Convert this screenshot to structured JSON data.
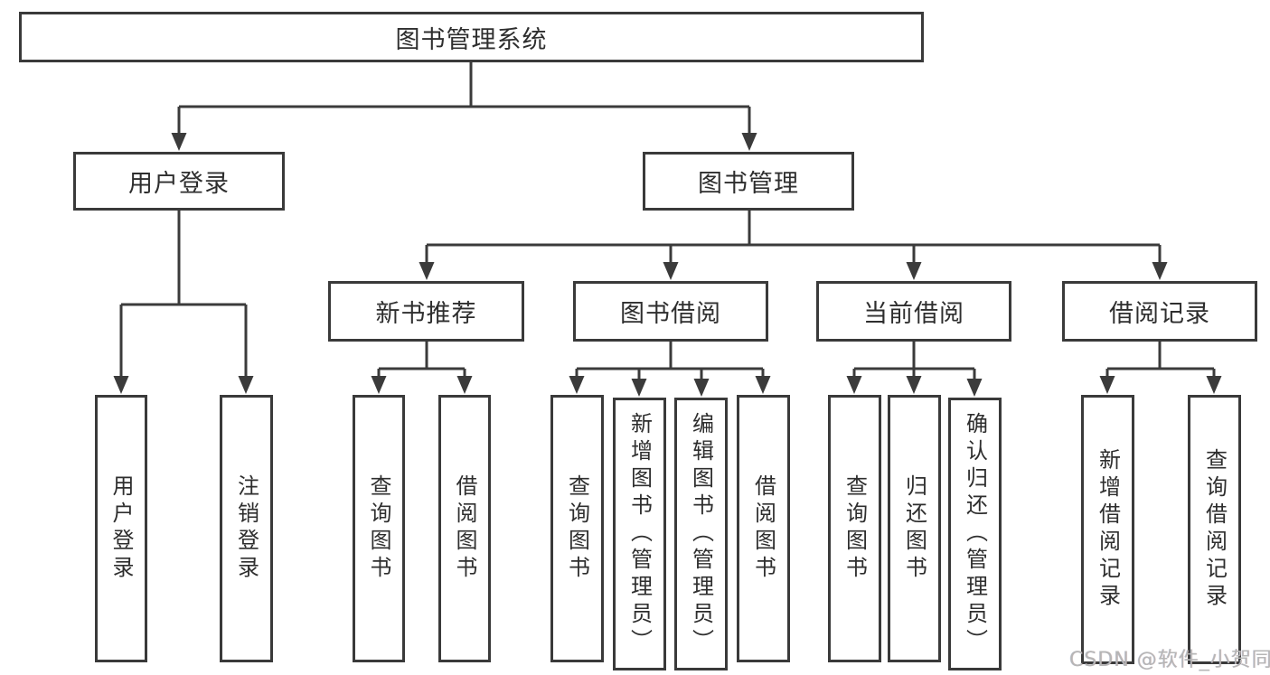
{
  "diagram": {
    "type": "hierarchy-tree",
    "nodes": {
      "root": {
        "label": "图书管理系统"
      },
      "userLogin": {
        "label": "用户登录"
      },
      "bookMgmt": {
        "label": "图书管理"
      },
      "newBookRec": {
        "label": "新书推荐"
      },
      "bookBorrow": {
        "label": "图书借阅"
      },
      "currentBorrow": {
        "label": "当前借阅"
      },
      "borrowRecords": {
        "label": "借阅记录"
      },
      "userLoginLeaf": {
        "label": "用户登录"
      },
      "logoutLeaf": {
        "label": "注销登录"
      },
      "recQuery": {
        "label": "查询图书"
      },
      "recBorrow": {
        "label": "借阅图书"
      },
      "bbQuery": {
        "label": "查询图书"
      },
      "bbAdd": {
        "label": "新增图书（管理员）"
      },
      "bbEdit": {
        "label": "编辑图书（管理员）"
      },
      "bbBorrow": {
        "label": "借阅图书"
      },
      "cbQuery": {
        "label": "查询图书"
      },
      "cbReturn": {
        "label": "归还图书"
      },
      "cbConfirm": {
        "label": "确认归还（管理员）"
      },
      "brAdd": {
        "label": "新增借阅记录"
      },
      "brQuery": {
        "label": "查询借阅记录"
      }
    },
    "hierarchy": {
      "图书管理系统": {
        "用户登录": [
          "用户登录",
          "注销登录"
        ],
        "图书管理": {
          "新书推荐": [
            "查询图书",
            "借阅图书"
          ],
          "图书借阅": [
            "查询图书",
            "新增图书（管理员）",
            "编辑图书（管理员）",
            "借阅图书"
          ],
          "当前借阅": [
            "查询图书",
            "归还图书",
            "确认归还（管理员）"
          ],
          "借阅记录": [
            "新增借阅记录",
            "查询借阅记录"
          ]
        }
      }
    },
    "colors": {
      "line": "#3b3b3b",
      "border": "#3a3a3a",
      "text": "#2e2e2e",
      "watermark": "#b6b6b6",
      "background": "#ffffff"
    }
  },
  "watermark": {
    "text": "CSDN @软件_小贺同学"
  }
}
